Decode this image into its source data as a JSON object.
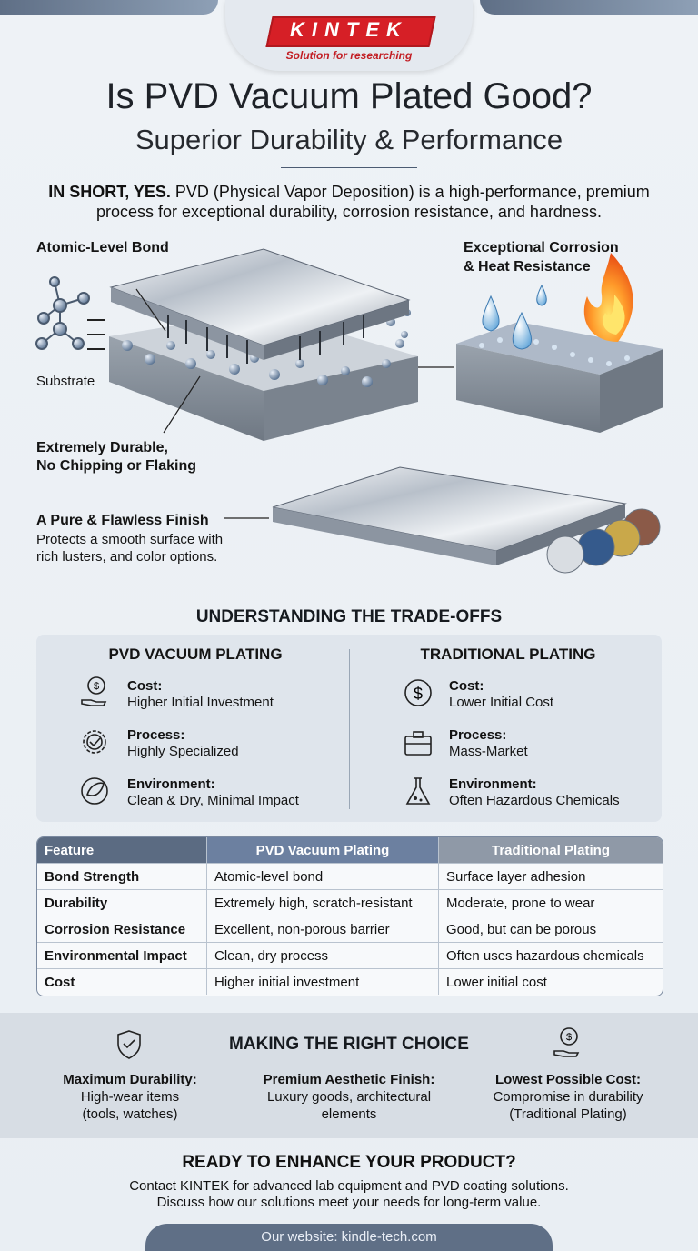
{
  "brand": {
    "name": "KINTEK",
    "tagline": "Solution for researching",
    "accent": "#d61f26"
  },
  "header": {
    "title": "Is PVD Vacuum Plated Good?",
    "subtitle": "Superior Durability & Performance"
  },
  "intro": {
    "lead": "IN SHORT, YES.",
    "text": "PVD (Physical Vapor Deposition) is a high-performance, premium process for exceptional durability, corrosion resistance, and hardness."
  },
  "illustration": {
    "labels": {
      "atomic_bond": "Atomic-Level Bond",
      "substrate": "Substrate",
      "durable_line1": "Extremely Durable,",
      "durable_line2": "No Chipping or Flaking",
      "corrosion_line1": "Exceptional Corrosion",
      "corrosion_line2": "& Heat Resistance",
      "finish_title": "A Pure & Flawless Finish",
      "finish_text_line1": "Protects a smooth surface with",
      "finish_text_line2": "rich lusters, and color options."
    }
  },
  "tradeoffs": {
    "title": "UNDERSTANDING THE TRADE-OFFS",
    "left": {
      "heading": "PVD VACUUM PLATING",
      "items": [
        {
          "icon": "money-hand-icon",
          "title": "Cost:",
          "text": "Higher Initial Investment"
        },
        {
          "icon": "gear-check-icon",
          "title": "Process:",
          "text": "Highly Specialized"
        },
        {
          "icon": "eco-leaf-icon",
          "title": "Environment:",
          "text": "Clean & Dry, Minimal Impact"
        }
      ]
    },
    "right": {
      "heading": "TRADITIONAL PLATING",
      "items": [
        {
          "icon": "dollar-circle-icon",
          "title": "Cost:",
          "text": "Lower Initial Cost"
        },
        {
          "icon": "briefcase-icon",
          "title": "Process:",
          "text": "Mass-Market"
        },
        {
          "icon": "flask-icon",
          "title": "Environment:",
          "text": "Often Hazardous Chemicals"
        }
      ]
    }
  },
  "table": {
    "headers": [
      "Feature",
      "PVD Vacuum Plating",
      "Traditional Plating"
    ],
    "rows": [
      [
        "Bond Strength",
        "Atomic-level bond",
        "Surface layer adhesion"
      ],
      [
        "Durability",
        "Extremely high, scratch-resistant",
        "Moderate, prone to wear"
      ],
      [
        "Corrosion Resistance",
        "Excellent, non-porous barrier",
        "Good, but can be porous"
      ],
      [
        "Environmental Impact",
        "Clean, dry process",
        "Often uses hazardous chemicals"
      ],
      [
        "Cost",
        "Higher initial investment",
        "Lower initial cost"
      ]
    ]
  },
  "choice": {
    "title": "MAKING THE RIGHT CHOICE",
    "cols": [
      {
        "icon": "shield-check-icon",
        "title": "Maximum Durability:",
        "lines": [
          "High-wear items",
          "(tools, watches)"
        ]
      },
      {
        "icon": "",
        "title": "Premium Aesthetic Finish:",
        "lines": [
          "Luxury goods, architectural",
          "elements"
        ]
      },
      {
        "icon": "money-hand-icon",
        "title": "Lowest Possible Cost:",
        "lines": [
          "Compromise in durability",
          "(Traditional Plating)"
        ]
      }
    ]
  },
  "cta": {
    "title": "READY TO ENHANCE YOUR PRODUCT?",
    "line1": "Contact KINTEK for advanced lab equipment and PVD coating solutions.",
    "line2": "Discuss how our solutions meet your needs for long-term value."
  },
  "footer": {
    "text": "Our website: kindle-tech.com"
  }
}
